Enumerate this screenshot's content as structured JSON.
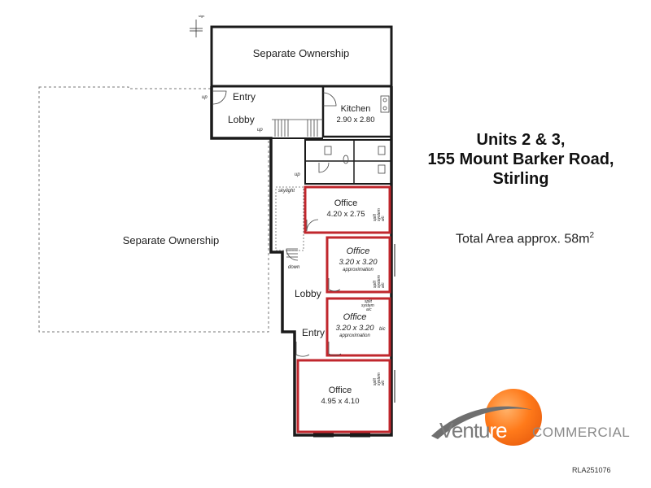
{
  "plan": {
    "separate_top": "Separate Ownership",
    "separate_left": "Separate Ownership",
    "entry_top": "Entry",
    "lobby_top": "Lobby",
    "kitchen": {
      "name": "Kitchen",
      "dims": "2.90 x 2.80"
    },
    "office1": {
      "name": "Office",
      "dims": "4.20 x 2.75"
    },
    "office2": {
      "name": "Office",
      "dims": "3.20 x 3.20",
      "note": "approximation"
    },
    "office3": {
      "name": "Office",
      "dims": "3.20 x 3.20",
      "note": "approximation"
    },
    "office4": {
      "name": "Office",
      "dims": "4.95 x 4.10"
    },
    "lobby_bottom": "Lobby",
    "entry_bottom": "Entry",
    "skylight": "skylight",
    "up_marker": "up",
    "down_marker": "down",
    "bic": "bic",
    "split": "split",
    "system": "system",
    "ac": "a/c",
    "north": "sign"
  },
  "title": {
    "line1": "Units 2 & 3,",
    "line2": "155 Mount Barker Road,",
    "line3": "Stirling"
  },
  "area_text": "Total Area approx. 58m",
  "area_sup": "2",
  "logo": {
    "word_left": "Ventu",
    "word_mid": "re",
    "word_right": "COMMERCIAL"
  },
  "ref": "RLA251076",
  "colors": {
    "wall": "#1a1a1a",
    "highlight": "#c0272d",
    "accent": "#f07a22"
  }
}
